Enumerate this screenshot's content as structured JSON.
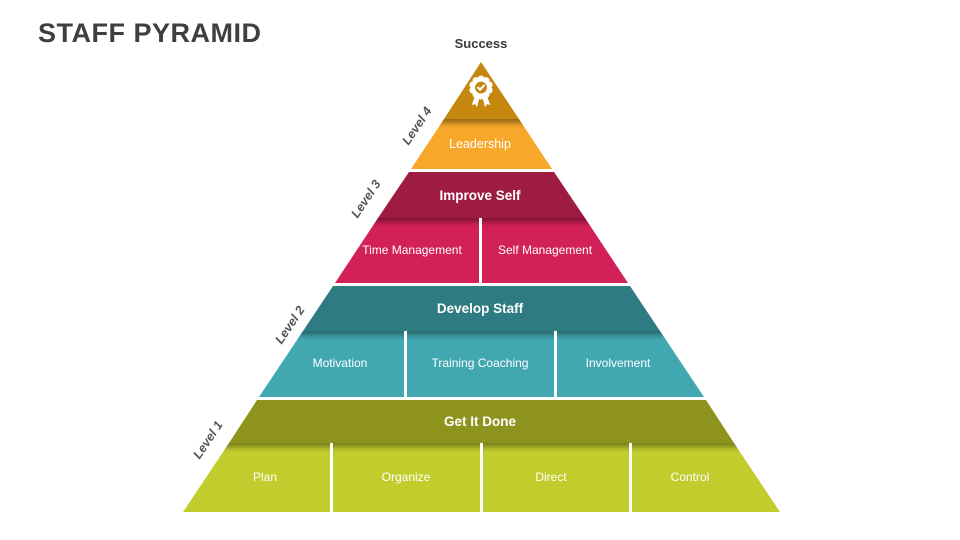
{
  "slide": {
    "title": "STAFF PYRAMID",
    "apex_label": "Success"
  },
  "pyramid": {
    "levels": [
      {
        "side_label": "Level 4",
        "title": "Leadership",
        "icon": "award-medal-icon",
        "items": []
      },
      {
        "side_label": "Level 3",
        "title": "Improve Self",
        "items": [
          "Time Management",
          "Self Management"
        ]
      },
      {
        "side_label": "Level 2",
        "title": "Develop Staff",
        "items": [
          "Motivation",
          "Training Coaching",
          "Involvement"
        ]
      },
      {
        "side_label": "Level 1",
        "title": "Get It Done",
        "items": [
          "Plan",
          "Organize",
          "Direct",
          "Control"
        ]
      }
    ]
  },
  "colors": {
    "gold-dark": "#c5870d",
    "gold": "#f7a82a",
    "crimson-dark": "#9e1b42",
    "crimson": "#d22058",
    "teal-dark": "#2f7b82",
    "teal": "#41a8b2",
    "olive-dark": "#8e931d",
    "olive": "#c3cc2d",
    "title-text": "#3f3f3f",
    "level-label-text": "#545454",
    "band-text": "#ffffff"
  }
}
